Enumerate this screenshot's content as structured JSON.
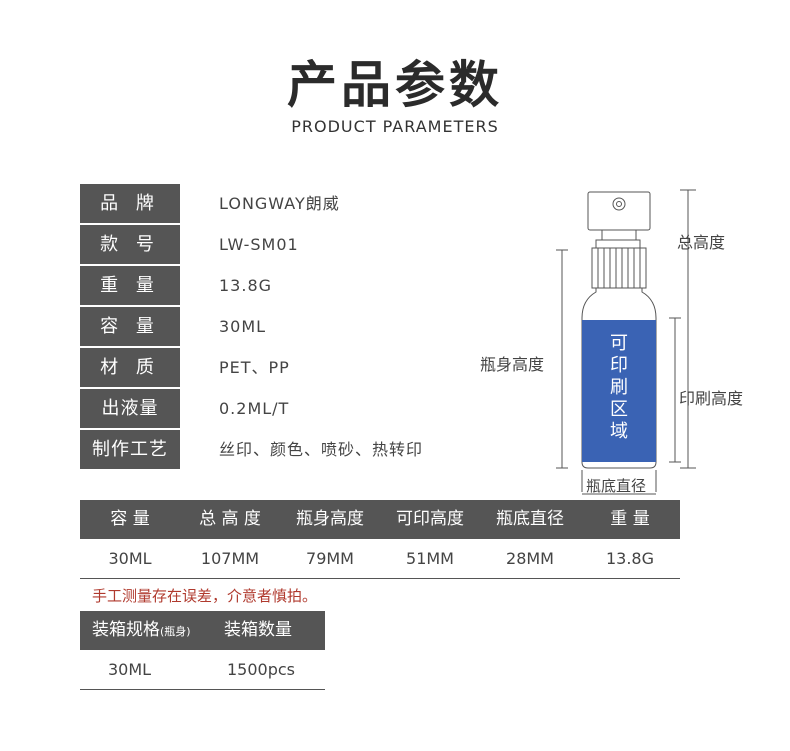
{
  "header": {
    "title_cn": "产品参数",
    "title_en": "PRODUCT PARAMETERS"
  },
  "specs": [
    {
      "label": "品 牌",
      "value": "LONGWAY朗威"
    },
    {
      "label": "款 号",
      "value": "LW-SM01"
    },
    {
      "label": "重 量",
      "value": "13.8G"
    },
    {
      "label": "容 量",
      "value": "30ML"
    },
    {
      "label": "材 质",
      "value": "PET、PP"
    },
    {
      "label": "出液量",
      "value": "0.2ML/T"
    },
    {
      "label": "制作工艺",
      "value": "丝印、颜色、喷砂、热转印"
    }
  ],
  "diagram": {
    "total_height": "总高度",
    "body_height": "瓶身高度",
    "print_height": "印刷高度",
    "bottom_diameter": "瓶底直径",
    "print_area": "可印刷区域",
    "print_area_color": "#3a63b4"
  },
  "dimensions": {
    "headers": [
      "容 量",
      "总 高 度",
      "瓶身高度",
      "可印高度",
      "瓶底直径",
      "重 量"
    ],
    "values": [
      "30ML",
      "107MM",
      "79MM",
      "51MM",
      "28MM",
      "13.8G"
    ]
  },
  "note": "手工测量存在误差，介意者慎拍。",
  "packing": {
    "header_main": "装箱规格",
    "header_sub": "(瓶身)",
    "header_qty": "装箱数量",
    "spec_value": "30ML",
    "qty_value": "1500pcs"
  },
  "colors": {
    "label_bg": "#555555",
    "note": "#b03a2e"
  }
}
